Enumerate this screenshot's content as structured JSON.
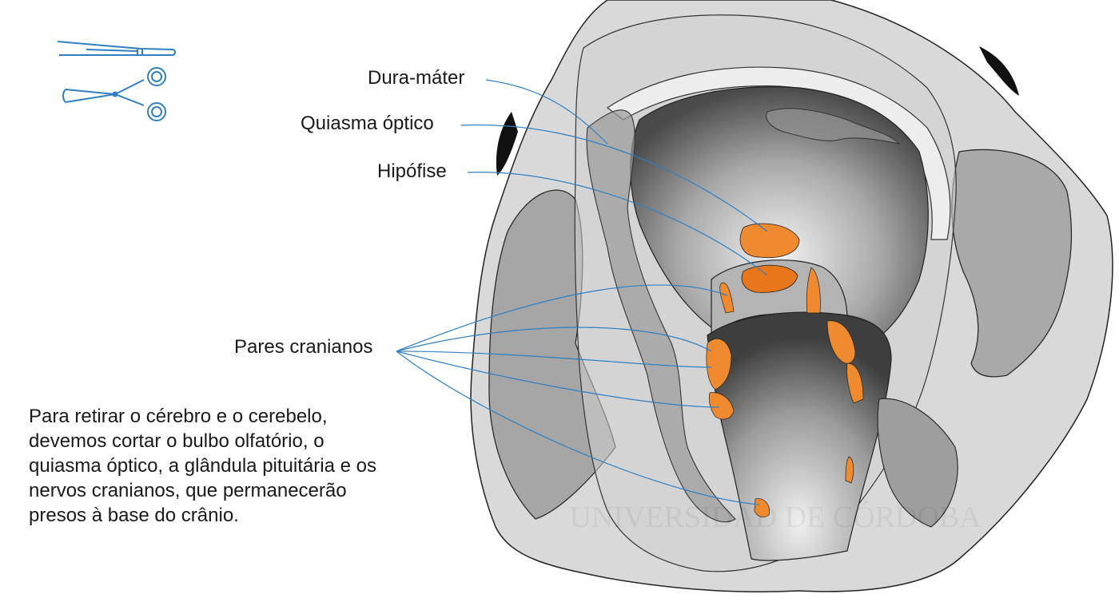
{
  "labels": {
    "dura_mater": "Dura-máter",
    "optic_chiasm": "Quiasma óptico",
    "pituitary": "Hipófise",
    "cranial_nerves": "Pares cranianos"
  },
  "caption_lines": [
    "Para retirar o cérebro e o cerebelo,",
    "devemos cortar o bulbo olfatório, o",
    "quiasma óptico, a glândula pituitária e os",
    "nervos cranianos, que permanecerão",
    "presos à base do crânio."
  ],
  "watermark": "UNIVERSIDAD DE CÓRDOBA",
  "icons": [
    "forceps-icon",
    "scissors-icon"
  ],
  "colors": {
    "structure_orange": "#f08a2e",
    "structure_orange_dark": "#e8761a",
    "leader_line": "#2f7fc1",
    "tool_blue": "#2f7fc1",
    "skull_gray": "#d6d6d6"
  }
}
